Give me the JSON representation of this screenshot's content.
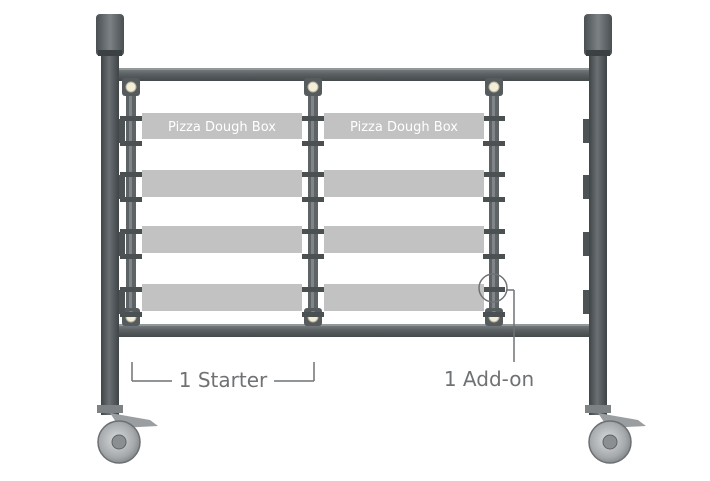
{
  "diagram": {
    "boxes": {
      "left_top_label": "Pizza Dough Box",
      "right_top_label": "Pizza Dough Box"
    },
    "callouts": {
      "starter": "1 Starter",
      "addon": "1 Add-on"
    },
    "colors": {
      "frame": "#5e6366",
      "frame_dark": "#43484b",
      "box": "#c2c2c2",
      "callout_line": "#6f7275"
    },
    "icons": [
      "post-cap-icon",
      "caster-wheel-icon",
      "slide-ledge-icon",
      "highlight-circle-icon"
    ]
  }
}
